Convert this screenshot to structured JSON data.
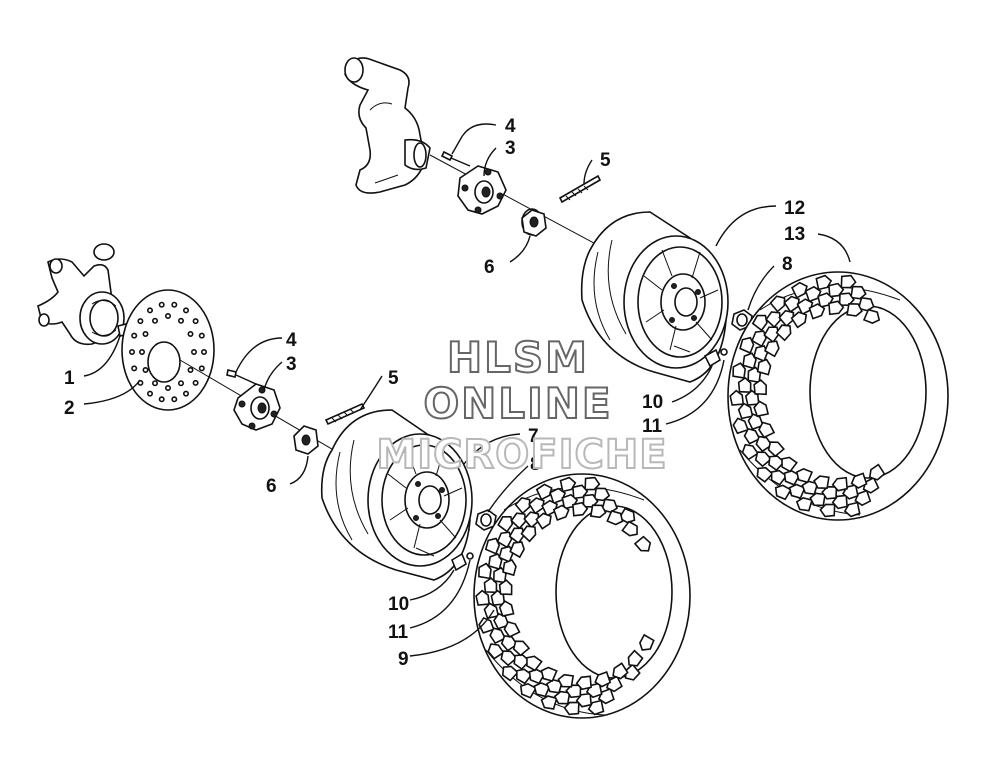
{
  "watermark": {
    "line1": "HLSM",
    "line2": "ONLINE",
    "line3": "MICROFICHE"
  },
  "callouts": {
    "c1": "1",
    "c2": "2",
    "c3a": "3",
    "c4a": "4",
    "c5a": "5",
    "c6a": "6",
    "c3b": "3",
    "c4b": "4",
    "c5b": "5",
    "c6b": "6",
    "c7": "7",
    "c8a": "8",
    "c9": "9",
    "c10a": "10",
    "c11a": "11",
    "c12": "12",
    "c13": "13",
    "c8b": "8",
    "c10b": "10",
    "c11b": "11"
  },
  "colors": {
    "line": "#111111",
    "background": "#ffffff",
    "watermark_outline": "#666666"
  }
}
